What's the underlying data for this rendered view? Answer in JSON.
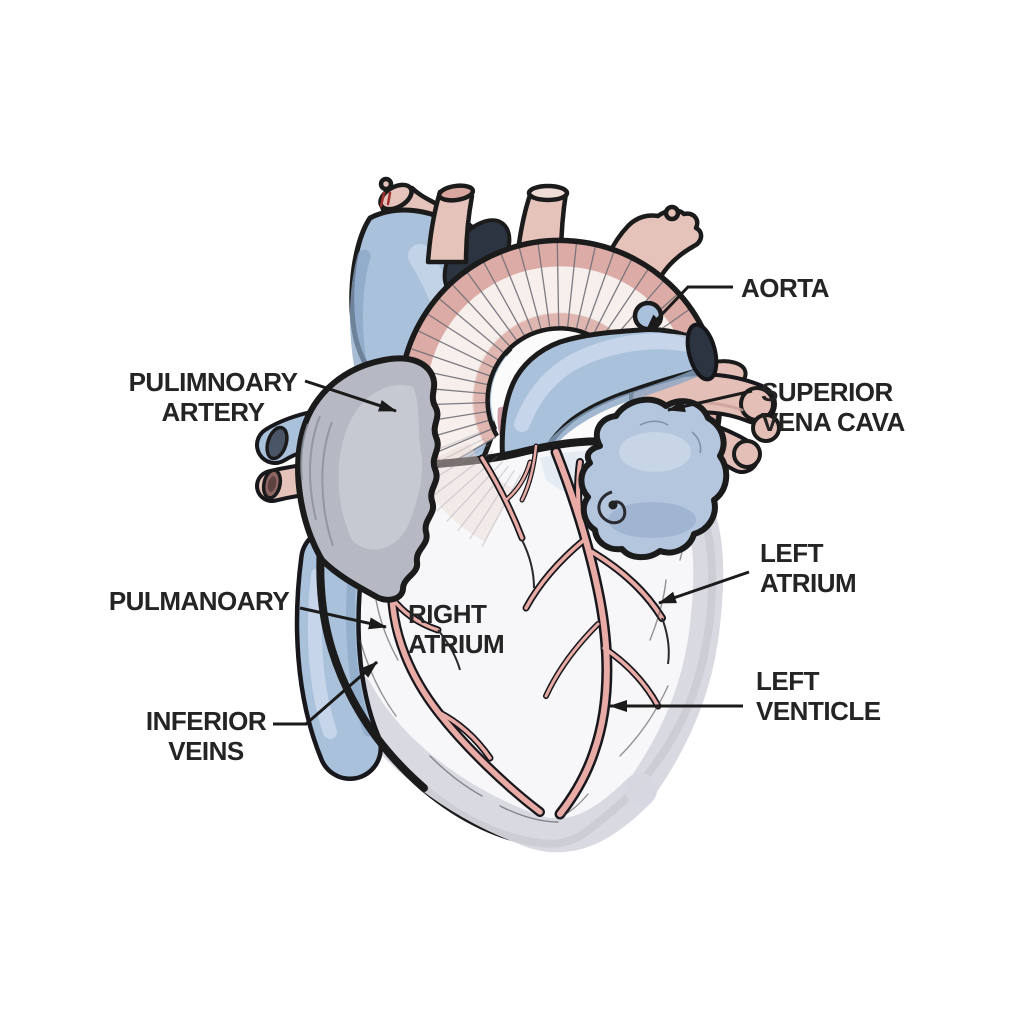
{
  "diagram": {
    "type": "anatomical-illustration",
    "subject": "human heart with labeled vessels and chambers",
    "labels": {
      "pulmonary_artery": {
        "lines": [
          "PULIMNOARY",
          "ARTERY"
        ]
      },
      "aorta": {
        "lines": [
          "AORTA"
        ]
      },
      "superior_vena_cava": {
        "lines": [
          "SUPERIOR",
          "VENA CAVA"
        ]
      },
      "left_atrium": {
        "lines": [
          "LEFT",
          "ATRIUM"
        ]
      },
      "left_ventricle": {
        "lines": [
          "LEFT",
          "VENTICLE"
        ]
      },
      "pulmanoary": {
        "lines": [
          "PULMANOARY"
        ]
      },
      "inferior_veins": {
        "lines": [
          "INFERIOR",
          "VEINS"
        ]
      },
      "right_atrium": {
        "lines": [
          "RIGHT",
          "ATRIUM"
        ]
      }
    },
    "colors": {
      "background": "#ffffff",
      "outline": "#1b1b1b",
      "text": "#242424",
      "vessel_blue": "#a9c1db",
      "vessel_blue_shade": "#8ba6c6",
      "vessel_blue_light": "#c9d7ea",
      "vessel_pink": "#e5c2ba",
      "vein_pink": "#e4bfb7",
      "arch_band_cream": "#f6efec",
      "arch_band_pink": "#dcaba6",
      "appendage_gray": "#b6b8c3",
      "appendage_blue": "#b3c6de",
      "heart_body": "#f7f7f9",
      "heart_shade": "#d7d7e0",
      "coronary_pink": "#e8aba6",
      "lumen_dark": "#2b3440"
    }
  }
}
